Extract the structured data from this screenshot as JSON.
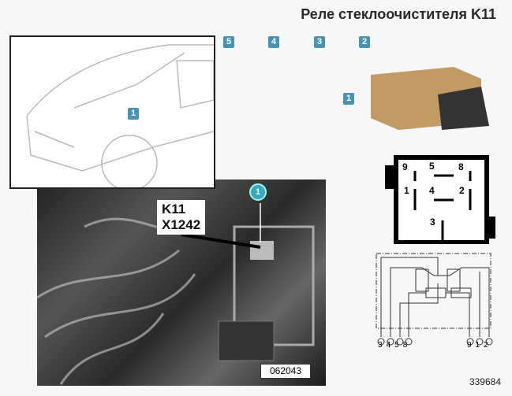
{
  "title": "Реле стеклоочистителя K11",
  "top_badges": [
    "5",
    "4",
    "3",
    "2"
  ],
  "car_badge": "1",
  "relay_badge": "1",
  "photo_badge": "1",
  "photo_label": {
    "line1": "K11",
    "line2": "X1242"
  },
  "photo_code": "062043",
  "pin_layout": [
    "9",
    "5",
    "8",
    "1",
    "4",
    "2",
    "3"
  ],
  "circuit_pins_left": [
    "3",
    "4",
    "5",
    "8"
  ],
  "circuit_pins_right": [
    "9",
    "1",
    "2"
  ],
  "figure_number": "339684"
}
